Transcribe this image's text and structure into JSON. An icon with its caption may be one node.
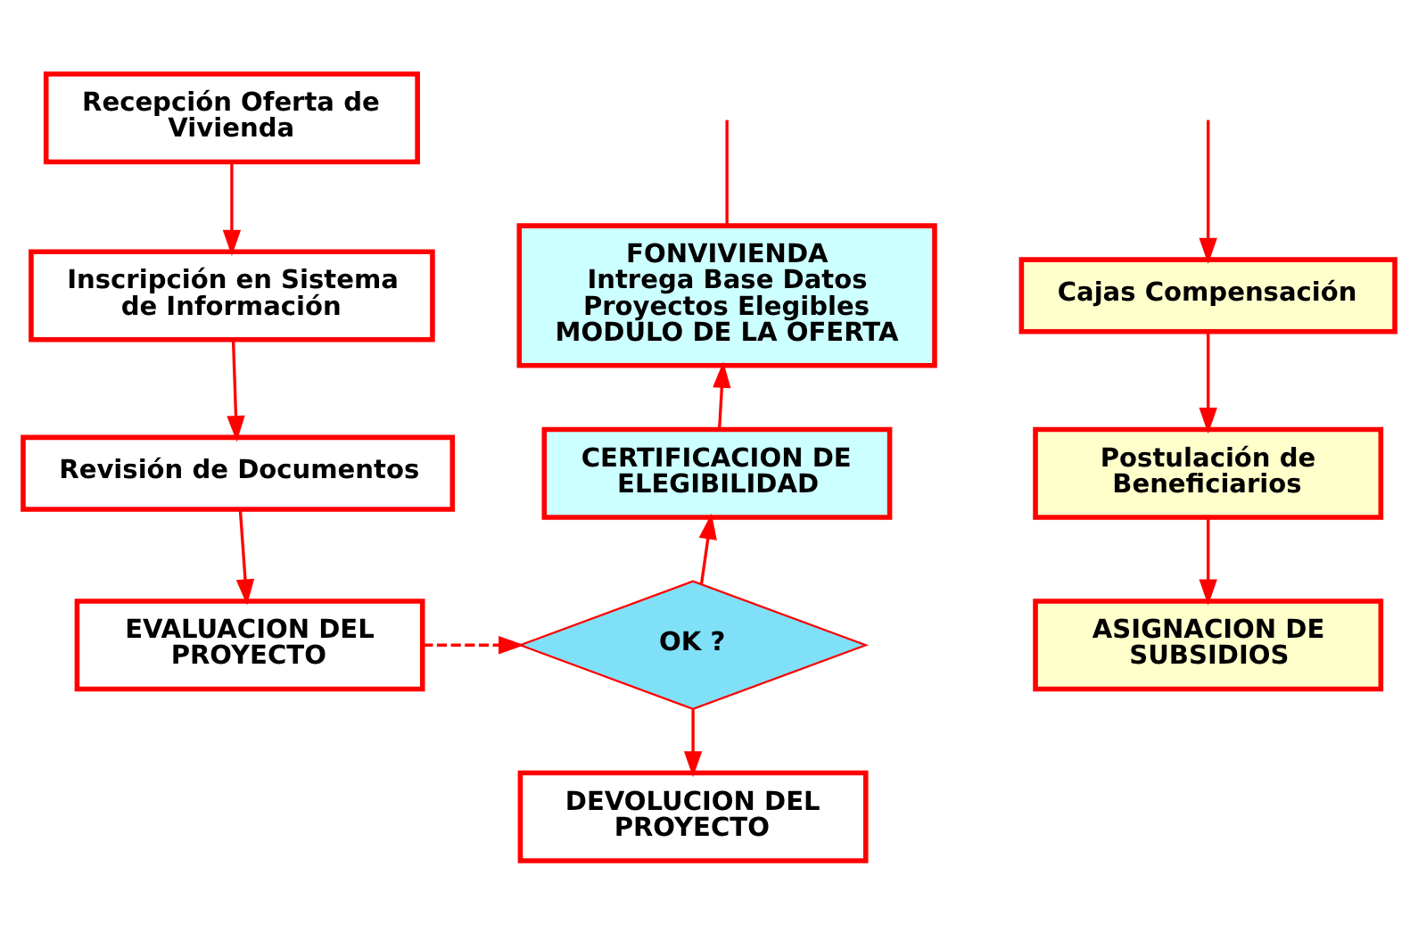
{
  "diagram": {
    "nodes": [
      {
        "text": [
          "Recepción Oferta de Vivienda"
        ]
      },
      {
        "text": [
          "Inscripción en Sistema de Información"
        ]
      },
      {
        "text": [
          "Revisión de Documentos"
        ]
      },
      {
        "text": [
          "EVALUACION DEL PROYECTO"
        ]
      },
      {
        "text": [
          "OK ?"
        ]
      },
      {
        "text": [
          "FONVIVIENDA",
          "Intrega Base Datos Proyectos Elegibles MODULO DE LA OFERTA"
        ]
      },
      {
        "text": [
          "CERTIFICACION DE ELEGIBILIDAD"
        ]
      },
      {
        "text": [
          "DEVOLUCION DEL PROYECTO"
        ]
      },
      {
        "text": [
          "Cajas Compensación"
        ]
      },
      {
        "text": [
          "Postulación de Beneficiarios"
        ]
      },
      {
        "text": [
          "ASIGNACION DE SUBSIDIOS"
        ]
      }
    ],
    "edges": [
      {
        "from": 0,
        "to": 1,
        "arrow": "to"
      },
      {
        "from": 1,
        "to": 2,
        "arrow": "to"
      },
      {
        "from": 2,
        "to": 3,
        "arrow": "to"
      },
      {
        "from": 3,
        "to": 4,
        "arrow": "to",
        "style": "dashed"
      },
      {
        "from": 4,
        "to": 6,
        "arrow": "to"
      },
      {
        "from": 6,
        "to": 5,
        "arrow": "to"
      },
      {
        "from": 4,
        "to": 7,
        "arrow": "to"
      },
      {
        "from": null,
        "to": 5,
        "arrow": "none"
      },
      {
        "from": null,
        "to": 8,
        "arrow": "to"
      },
      {
        "from": 8,
        "to": 9,
        "arrow": "to"
      },
      {
        "from": 9,
        "to": 10,
        "arrow": "to"
      }
    ]
  }
}
